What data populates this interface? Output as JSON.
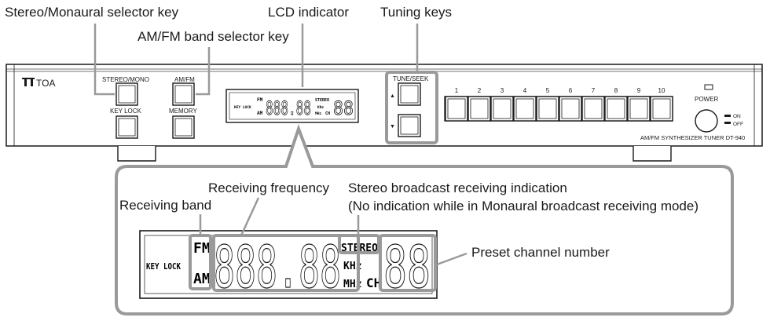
{
  "callouts": {
    "stereo_mono_key": "Stereo/Monaural selector key",
    "am_fm_key": "AM/FM band selector key",
    "lcd": "LCD indicator",
    "tuning": "Tuning keys",
    "receiving_frequency": "Receiving frequency",
    "receiving_band": "Receiving band",
    "stereo_indication_line1": "Stereo broadcast receiving indication",
    "stereo_indication_line2": "(No indication while in Monaural broadcast receiving mode)",
    "preset_channel": "Preset channel number"
  },
  "panel": {
    "brand": "TOA",
    "stereo_mono": "STEREO/MONO",
    "key_lock": "KEY LOCK",
    "am_fm": "AM/FM",
    "memory": "MEMORY",
    "tune_seek": "TUNE/SEEK",
    "up_arrow": "▲",
    "down_arrow": "▼",
    "preset_numbers": [
      "1",
      "2",
      "3",
      "4",
      "5",
      "6",
      "7",
      "8",
      "9",
      "10"
    ],
    "power": "POWER",
    "on": "ON",
    "off": "OFF",
    "model": "AM/FM SYNTHESIZER TUNER DT-940"
  },
  "lcd_small": {
    "fm": "FM",
    "am": "AM",
    "key_lock": "KEY LOCK",
    "digits": "888.88",
    "stereo": "STEREO",
    "khz": "KHz",
    "mhz": "MHz",
    "ch": "CH",
    "ch_digits": "88"
  },
  "lcd_large": {
    "fm": "FM",
    "am": "AM",
    "key_lock": "KEY LOCK",
    "digits": "888.88",
    "stereo": "STEREO",
    "khz": "KHz",
    "mhz": "MHz",
    "ch": "CH",
    "ch_digits": "88"
  }
}
